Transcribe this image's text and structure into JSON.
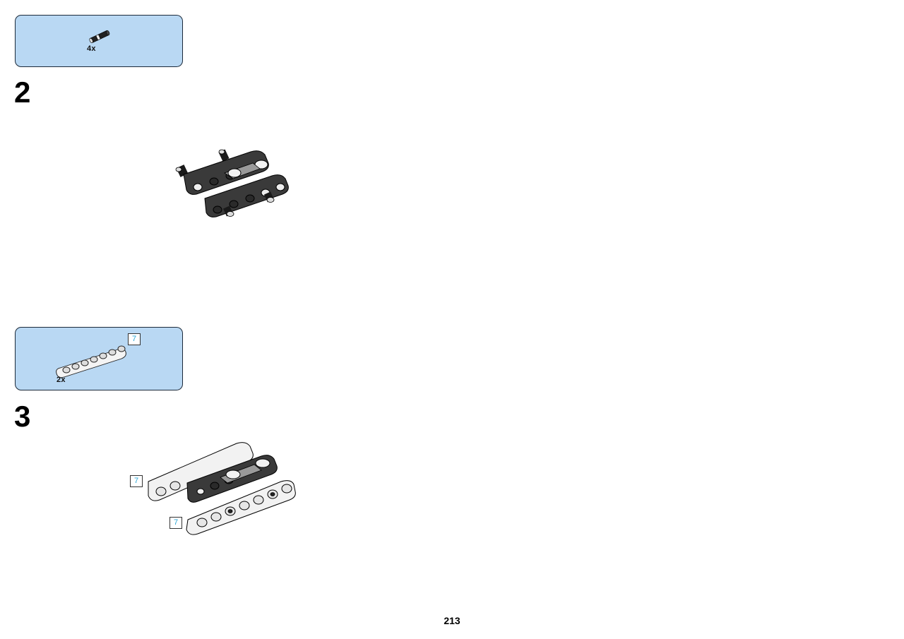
{
  "parts_list_1": {
    "quantity": "4x",
    "part_icon": "axle-pin-icon"
  },
  "step_2": {
    "number": "2"
  },
  "parts_list_2": {
    "quantity": "2x",
    "length_label": "7",
    "part_icon": "liftarm-beam-icon"
  },
  "step_3": {
    "number": "3",
    "length_labels": [
      "7",
      "7"
    ]
  },
  "page": {
    "number": "213"
  },
  "colors": {
    "parts_box_bg": "#b9d8f3",
    "length_label_text": "#2aa6d6",
    "beam_dark": "#3a3a3a",
    "beam_light": "#f2f2f2"
  }
}
